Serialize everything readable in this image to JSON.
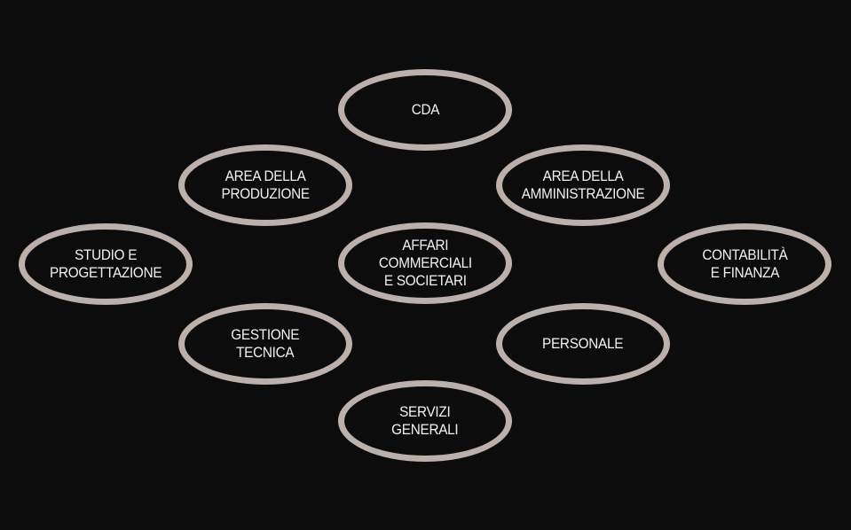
{
  "diagram": {
    "nodes": {
      "cda": {
        "lines": [
          "CDA"
        ]
      },
      "produzione": {
        "lines": [
          "AREA DELLA",
          "PRODUZIONE"
        ]
      },
      "amministrazione": {
        "lines": [
          "AREA DELLA",
          "AMMINISTRAZIONE"
        ]
      },
      "studio": {
        "lines": [
          "STUDIO E",
          "PROGETTAZIONE"
        ]
      },
      "affari": {
        "lines": [
          "AFFARI",
          "COMMERCIALI",
          "E SOCIETARI"
        ]
      },
      "contabilita": {
        "lines": [
          "CONTABILITÀ",
          "E FINANZA"
        ]
      },
      "gestione": {
        "lines": [
          "GESTIONE",
          "TECNICA"
        ]
      },
      "personale": {
        "lines": [
          "PERSONALE"
        ]
      },
      "servizi": {
        "lines": [
          "SERVIZI",
          "GENERALI"
        ]
      }
    },
    "colors": {
      "background": "#0d0c0c",
      "ellipse_border": "#bcb1aa",
      "text": "#f2f2f2"
    }
  }
}
